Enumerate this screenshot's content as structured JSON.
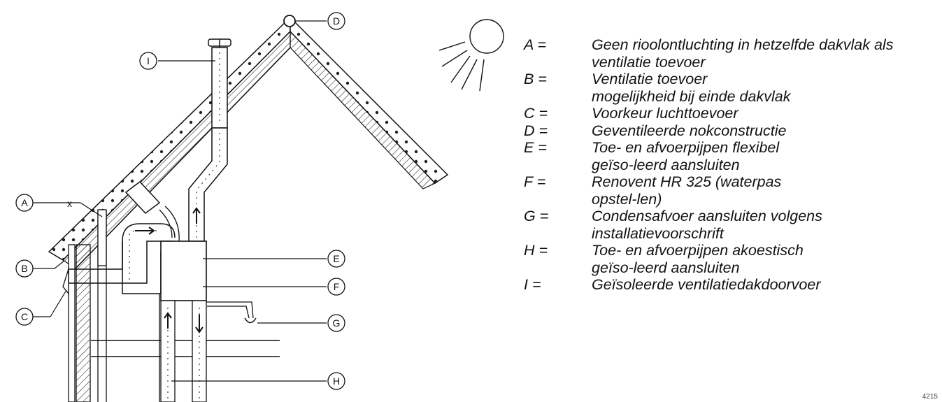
{
  "diagram": {
    "callouts": [
      "A",
      "B",
      "C",
      "D",
      "E",
      "F",
      "G",
      "H",
      "I"
    ],
    "marker_x": "x"
  },
  "legend": [
    {
      "key": "A =",
      "text": "Geen rioolontluchting in hetzelfde dakvlak als ventilatie toevoer"
    },
    {
      "key": "B =",
      "text": "Ventilatie toevoer mogelijkheid bij einde dakvlak"
    },
    {
      "key": "C =",
      "text": "Voorkeur luchttoevoer"
    },
    {
      "key": "D =",
      "text": "Geventileerde nokconstructie"
    },
    {
      "key": "E =",
      "text": "Toe- en afvoerpijpen flexibel geïso-leerd aansluiten"
    },
    {
      "key": "F =",
      "text": "Renovent HR 325 (waterpas opstel-len)"
    },
    {
      "key": "G =",
      "text": "Condensafvoer aansluiten volgens installatievoorschrift"
    },
    {
      "key": "H =",
      "text": "Toe- en afvoerpijpen akoestisch geïso-leerd aansluiten"
    },
    {
      "key": "I =",
      "text": "Geïsoleerde ventilatiedakdoorvoer"
    }
  ],
  "corner_code": "4215"
}
